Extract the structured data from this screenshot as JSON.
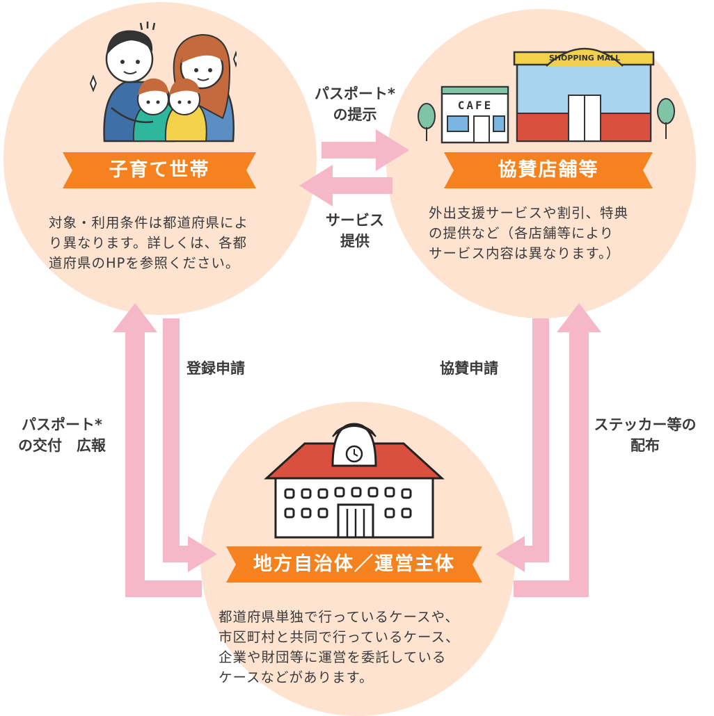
{
  "colors": {
    "circle_fill": "#fde3d0",
    "banner": "#f5821f",
    "arrow": "#f6b8c8",
    "text": "#3a3a3a"
  },
  "nodes": {
    "household": {
      "title": "子育て世帯",
      "desc": [
        "対象・利用条件は都道府県によ",
        "り異なります。詳しくは、各都",
        "道府県のHPを参照ください。"
      ],
      "icon": "family-illustration"
    },
    "stores": {
      "title": "協賛店舗等",
      "desc": [
        "外出支援サービスや割引、特典",
        "の提供など（各店舗等により",
        "サービス内容は異なります。）"
      ],
      "icon": "shops-illustration",
      "cafe_sign": "CAFE",
      "mall_sign": "SHOPPING MALL"
    },
    "government": {
      "title": "地方自治体／運営主体",
      "desc": [
        "都道府県単独で行っているケースや、",
        "市区町村と共同で行っているケース、",
        "企業や財団等に運営を委託している",
        "ケースなどがあります。"
      ],
      "icon": "town-hall-illustration"
    }
  },
  "arrows": {
    "passport_present": [
      "パスポート*",
      "の提示"
    ],
    "service_provide": [
      "サービス",
      "提供"
    ],
    "register": "登録申請",
    "sponsor_apply": "協賛申請",
    "passport_issue": [
      "パスポート*",
      "の交付　広報"
    ],
    "sticker": [
      "ステッカー等の",
      "配布"
    ]
  }
}
